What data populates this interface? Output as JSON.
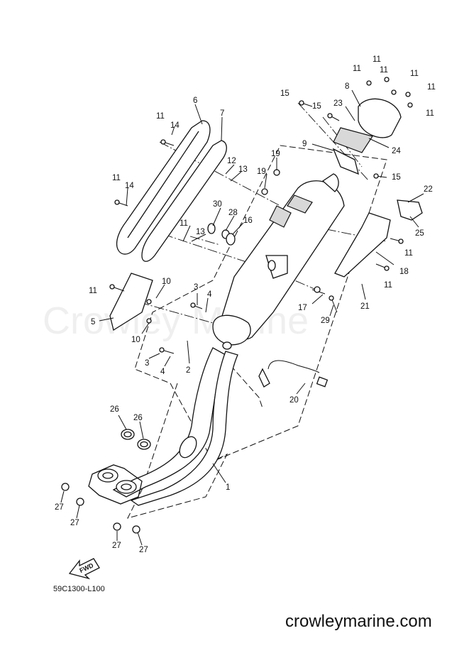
{
  "watermark": "Crowley Marine",
  "diagram_code": "59C1300-L100",
  "fwd_label": "FWD",
  "site_url": "crowleymarine.com",
  "callouts": [
    "1",
    "2",
    "2",
    "3",
    "3",
    "4",
    "4",
    "5",
    "6",
    "7",
    "8",
    "9",
    "10",
    "10",
    "11",
    "11",
    "11",
    "11",
    "11",
    "11",
    "11",
    "11",
    "11",
    "11",
    "11",
    "11",
    "12",
    "12",
    "13",
    "13",
    "14",
    "14",
    "15",
    "15",
    "15",
    "16",
    "17",
    "18",
    "19",
    "19",
    "20",
    "21",
    "22",
    "23",
    "24",
    "25",
    "26",
    "26",
    "27",
    "27",
    "27",
    "27",
    "28",
    "29",
    "30"
  ]
}
